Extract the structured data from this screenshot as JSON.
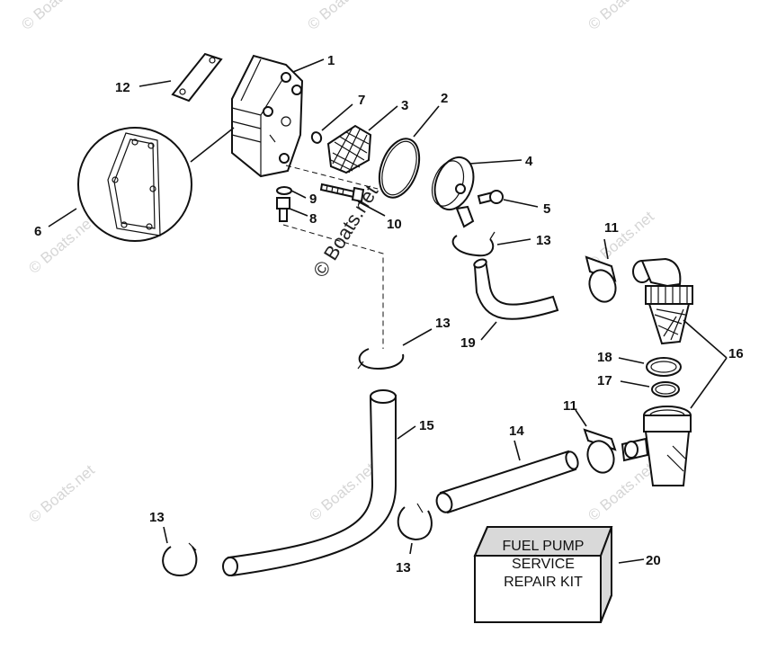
{
  "watermark": {
    "small": "© Boats.net",
    "big": "© Boats.net"
  },
  "callouts": {
    "c1": "1",
    "c2": "2",
    "c3": "3",
    "c4": "4",
    "c5": "5",
    "c6": "6",
    "c7": "7",
    "c8": "8",
    "c9": "9",
    "c10": "10",
    "c11a": "11",
    "c11b": "11",
    "c12": "12",
    "c13a": "13",
    "c13b": "13",
    "c13c": "13",
    "c13d": "13",
    "c14": "14",
    "c15": "15",
    "c16": "16",
    "c17": "17",
    "c18": "18",
    "c19": "19",
    "c20": "20"
  },
  "kit_box": {
    "line1": "FUEL PUMP",
    "line2": "SERVICE",
    "line3": "REPAIR KIT"
  },
  "colors": {
    "ink": "#111111",
    "watermark": "#d6d6d6",
    "kit_shade": "#d9d9d9"
  }
}
